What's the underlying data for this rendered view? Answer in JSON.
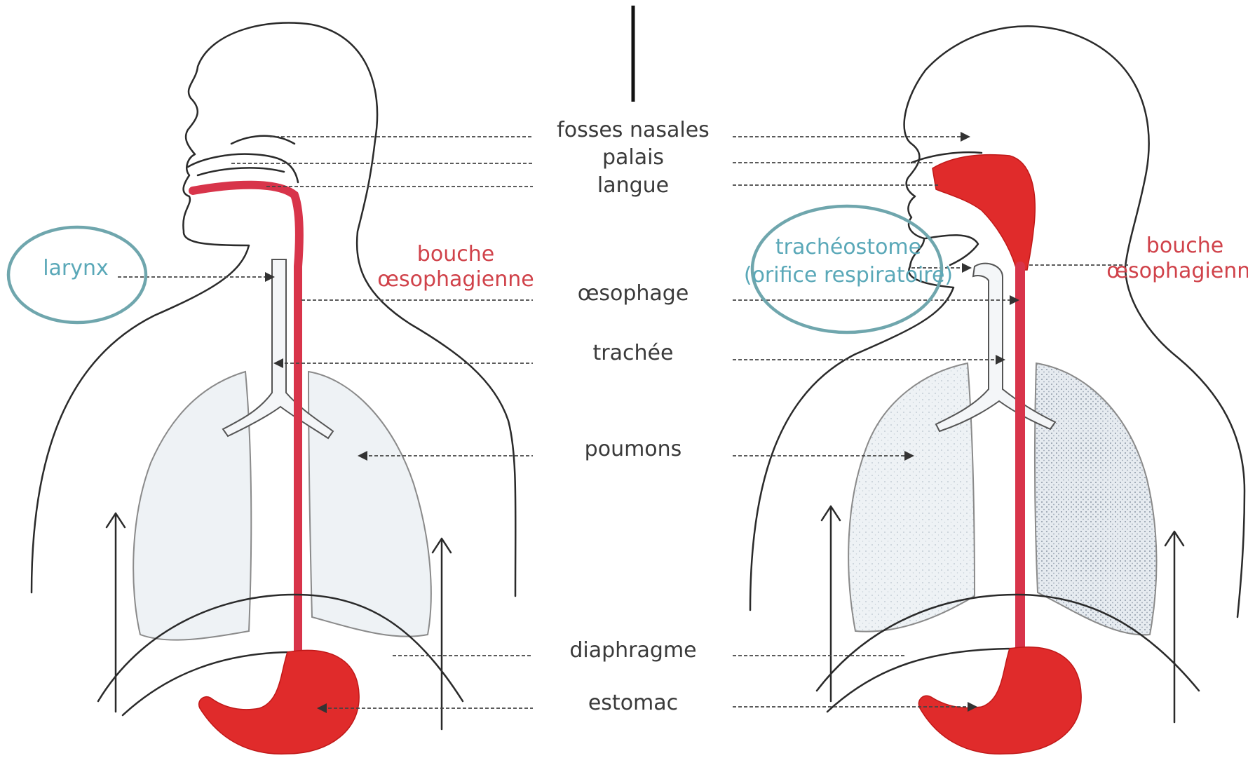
{
  "colors": {
    "organ_red": "#e02b2b",
    "label_red": "#d0424a",
    "label_teal": "#5aa8b8",
    "highlight_ring": "#6fa6ad",
    "lung_fill": "#eef2f5"
  },
  "left_figure": {
    "label_larynx": "larynx",
    "label_mouth_line1": "bouche",
    "label_mouth_line2": "œsophagienne"
  },
  "center_labels": {
    "nasal": "fosses nasales",
    "palate": "palais",
    "tongue": "langue",
    "esophagus": "œsophage",
    "trachea": "trachée",
    "lungs": "poumons",
    "diaphragm": "diaphragme",
    "stomach": "estomac"
  },
  "right_figure": {
    "label_stoma_line1": "trachéostome",
    "label_stoma_line2": "(orifice respiratoire)",
    "label_mouth_line1": "bouche",
    "label_mouth_line2": "œsophagienne"
  }
}
